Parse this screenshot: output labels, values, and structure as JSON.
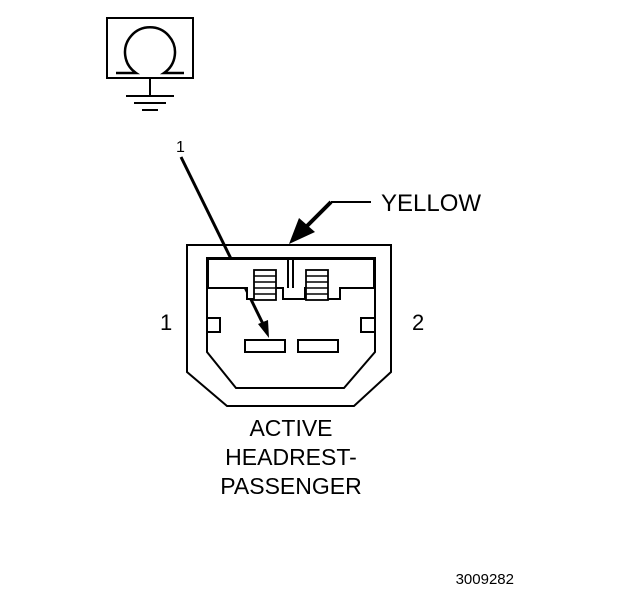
{
  "diagram": {
    "ground_symbol_icon": "ground-omega-icon",
    "callout_number": "1",
    "wire_color_label": "YELLOW",
    "pin_left_label": "1",
    "pin_right_label": "2",
    "connector_name_line1": "ACTIVE",
    "connector_name_line2": "HEADREST-",
    "connector_name_line3": "PASSENGER",
    "figure_number": "3009282"
  },
  "colors": {
    "stroke": "#000000",
    "background": "#ffffff"
  }
}
